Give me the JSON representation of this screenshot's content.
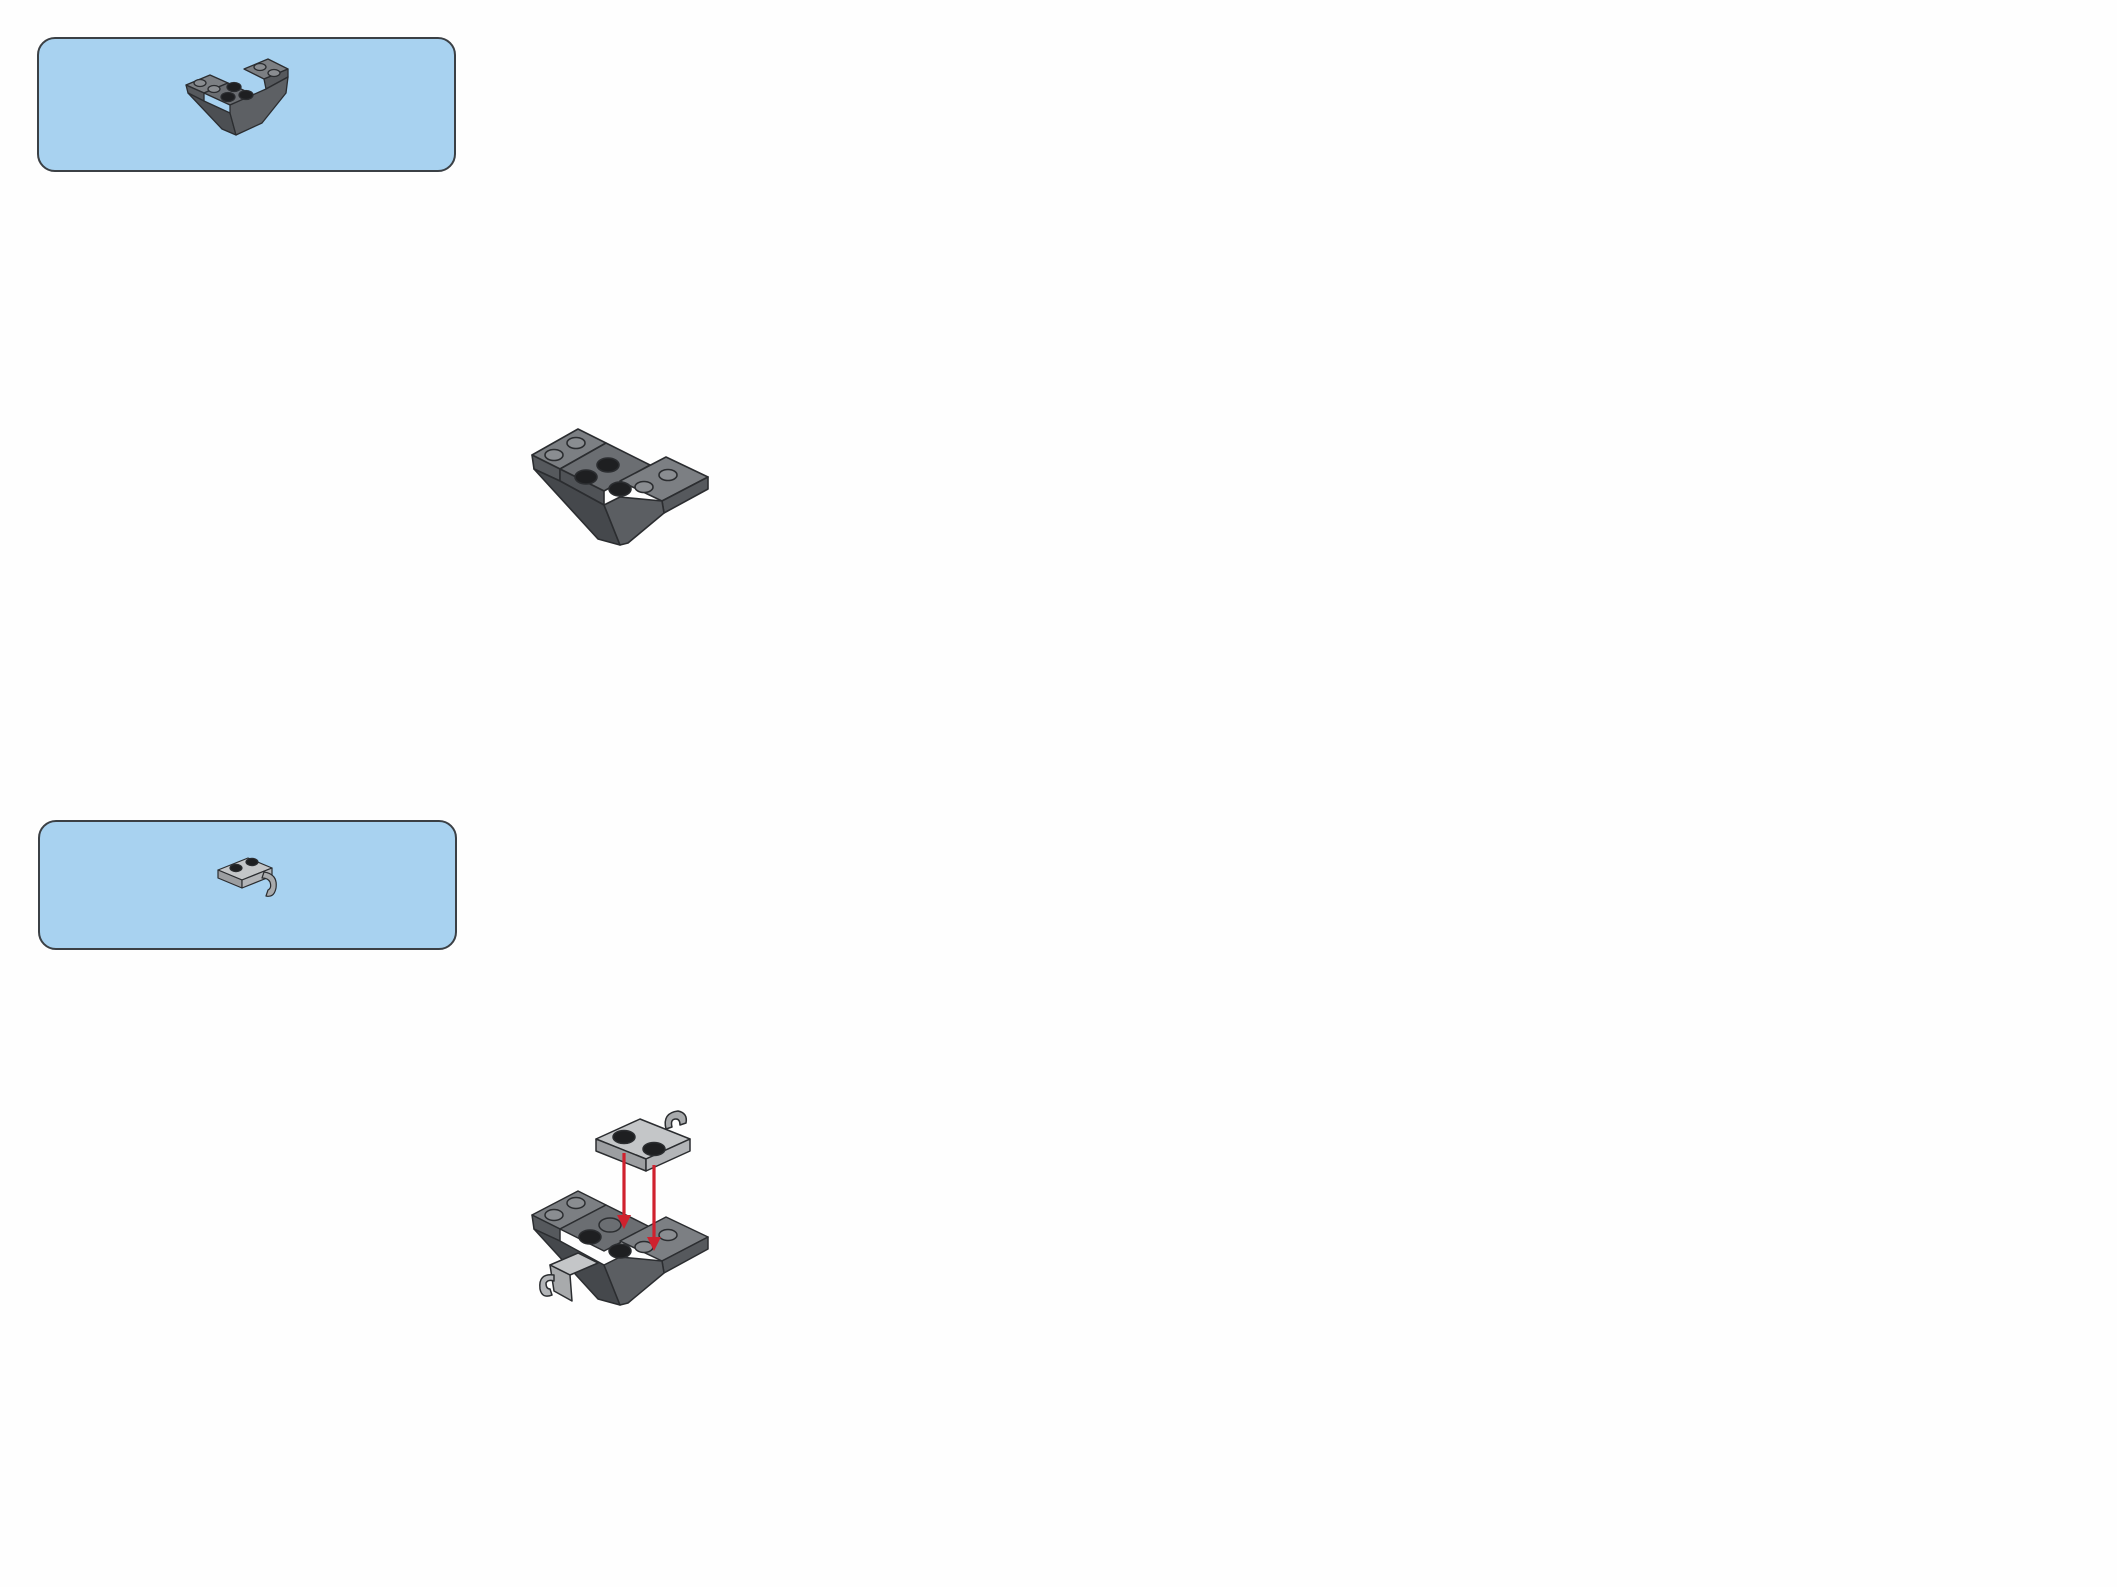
{
  "page": {
    "type": "building-instructions",
    "background_color": "#fefefe"
  },
  "parts_callouts": [
    {
      "box_color": "#a8d2f0",
      "parts": [
        {
          "icon": "inverted-slope-brick-icon",
          "quantity_shown": "",
          "color": "dark-bluish-gray"
        }
      ]
    },
    {
      "box_color": "#a8d2f0",
      "parts": [
        {
          "icon": "plate-with-clip-icon",
          "quantity_shown": "",
          "color": "light-bluish-gray"
        }
      ]
    }
  ],
  "steps": [
    {
      "image": "inverted-slope-assembly-icon",
      "arrows": 0
    },
    {
      "image": "clip-plate-attach-assembly-icon",
      "arrows": 2,
      "arrow_color": "#d0212e"
    }
  ],
  "colors": {
    "dark_gray": "#6b6e72",
    "dark_gray_face": "#56595d",
    "dark_gray_top": "#7c7f83",
    "light_gray": "#a8aaac",
    "light_gray_top": "#c4c6c8",
    "stud_black": "#1e1f21",
    "arrow_red": "#d0212e",
    "outline": "#2b2d30"
  }
}
